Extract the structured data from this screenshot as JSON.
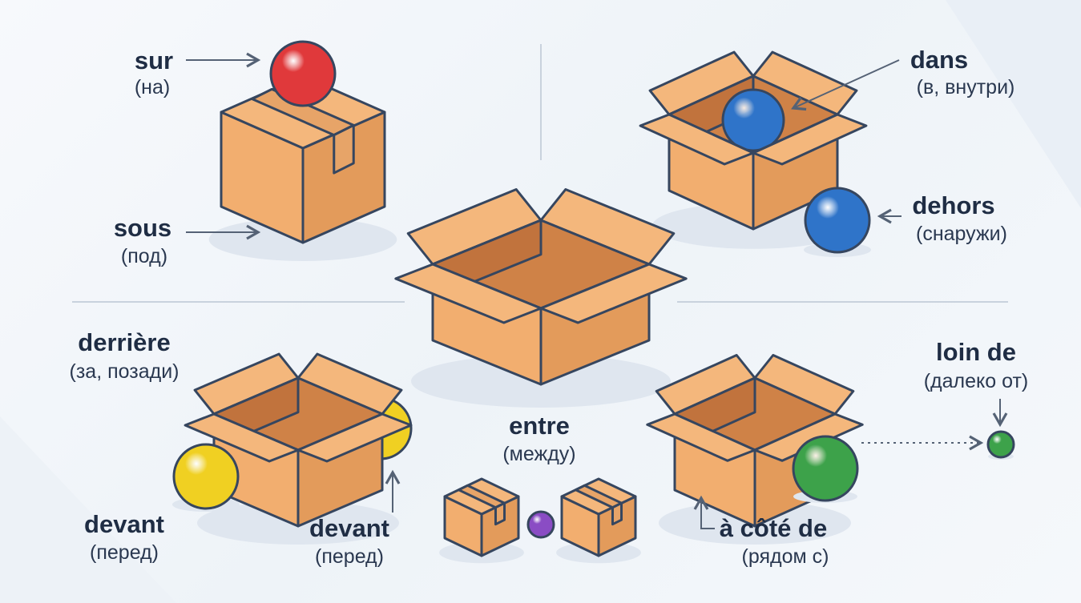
{
  "title": "French prepositions of place",
  "labels": {
    "sur": {
      "word": "sur",
      "translation": "(на)"
    },
    "sous": {
      "word": "sous",
      "translation": "(под)"
    },
    "dans": {
      "word": "dans",
      "translation": "(в, внутри)"
    },
    "dehors": {
      "word": "dehors",
      "translation": "(снаружи)"
    },
    "derriere": {
      "word": "derrière",
      "translation": "(за, позади)"
    },
    "devant_left": {
      "word": "devant",
      "translation": "(перед)"
    },
    "devant_right": {
      "word": "devant",
      "translation": "(перед)"
    },
    "entre": {
      "word": "entre",
      "translation": "(между)"
    },
    "a_cote_de": {
      "word": "à côté de",
      "translation": "(рядом с)"
    },
    "loin_de": {
      "word": "loin de",
      "translation": "(далеко от)"
    }
  },
  "colors": {
    "box_top": "#f4b77c",
    "box_left": "#f2ae6f",
    "box_right": "#e39b5b",
    "box_inside": "#cf8247",
    "outline": "#36465f",
    "red": "#e0393b",
    "blue": "#2f74c9",
    "yellow": "#f0d022",
    "green": "#3da24a",
    "purple": "#8a4cc4"
  }
}
